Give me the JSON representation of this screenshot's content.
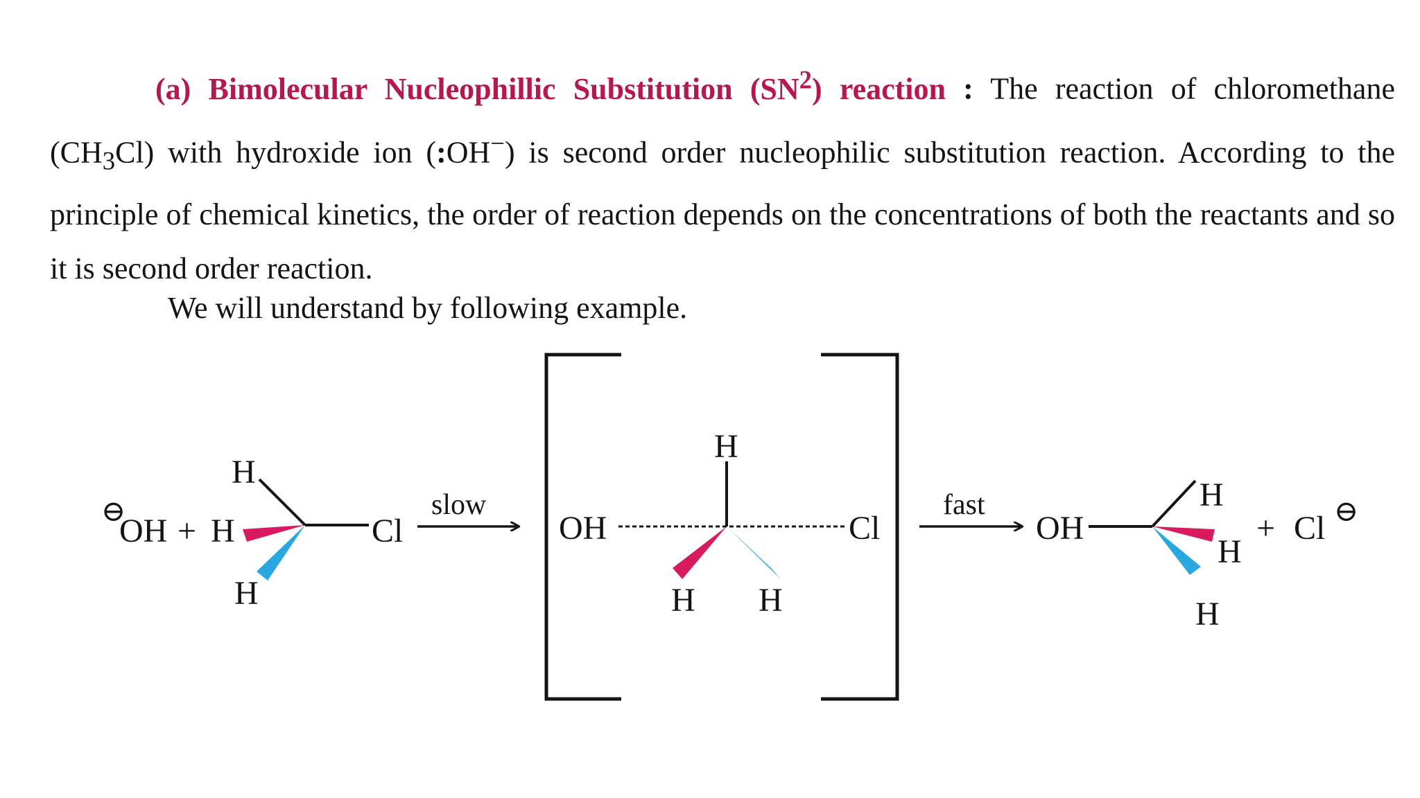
{
  "section": {
    "heading": "(a) Bimolecular Nucleophillic Substitution (SN",
    "heading_sup": "2",
    "heading_end": ") reaction",
    "separator": ":",
    "text_a": "The reaction of chloromethane (CH",
    "text_sub3": "3",
    "text_b": "Cl) with hydroxide ion (",
    "ion_colon": ":",
    "ion_oh": "OH",
    "ion_sup": "−",
    "text_c": ") is second order nucleophilic substitution reaction. According to the principle of chemical kinetics, the order of reaction depends on the concentrations of both the reactants and so it is second order reaction.",
    "example_line": "We will understand by following example."
  },
  "scheme": {
    "reactant_charge": "⊖",
    "reactant_oh": "OH",
    "plus_1": "+",
    "h_left": "H",
    "h_top": "H",
    "h_bottom": "H",
    "cl_1": "Cl",
    "arrow_slow": "slow",
    "ts_oh": "OH",
    "ts_h_top": "H",
    "ts_h_left": "H",
    "ts_h_right": "H",
    "ts_cl": "Cl",
    "arrow_fast": "fast",
    "product_oh": "OH",
    "p_h_top": "H",
    "p_h_mid": "H",
    "p_h_bottom": "H",
    "plus_2": "+",
    "cl_2": "Cl",
    "chloride_charge": "⊖"
  },
  "colors": {
    "heading": "#b5174f",
    "wedge_magenta": "#d81b60",
    "wedge_cyan": "#29a8e0"
  }
}
